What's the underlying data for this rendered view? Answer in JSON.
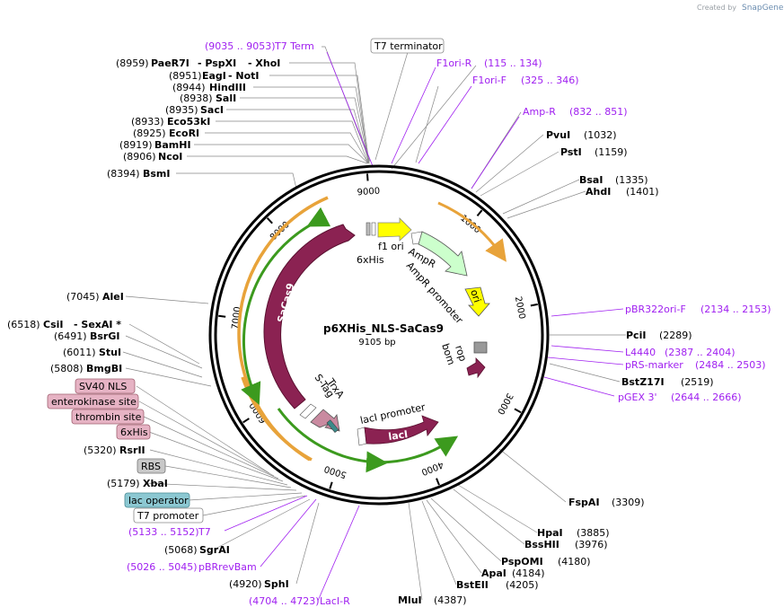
{
  "credit": {
    "text": "Created by",
    "brand": "SnapGene"
  },
  "plasmid": {
    "name": "p6XHis_NLS-SaCas9",
    "length": "9105 bp"
  },
  "ruler_ticks": [
    "1000",
    "2000",
    "3000",
    "4000",
    "5000",
    "6000",
    "7000",
    "8000",
    "9000"
  ],
  "left_sites": [
    {
      "pos": "(8959)",
      "name": "PaeR7I",
      "extra": "- PspXI",
      "extra2": "- XhoI"
    },
    {
      "pos": "(8951)",
      "name": "EagI",
      "extra": "- NotI"
    },
    {
      "pos": "(8944)",
      "name": "HindIII"
    },
    {
      "pos": "(8938)",
      "name": "SalI"
    },
    {
      "pos": "(8935)",
      "name": "SacI"
    },
    {
      "pos": "(8933)",
      "name": "Eco53kI"
    },
    {
      "pos": "(8925)",
      "name": "EcoRI"
    },
    {
      "pos": "(8919)",
      "name": "BamHI"
    },
    {
      "pos": "(8906)",
      "name": "NcoI"
    },
    {
      "pos": "(8394)",
      "name": "BsmI"
    },
    {
      "pos": "(7045)",
      "name": "AleI"
    },
    {
      "pos": "(6518)",
      "name": "CsiI",
      "extra": "- SexAI *"
    },
    {
      "pos": "(6491)",
      "name": "BsrGI"
    },
    {
      "pos": "(6011)",
      "name": "StuI"
    },
    {
      "pos": "(5808)",
      "name": "BmgBI"
    },
    {
      "pos": "(5320)",
      "name": "RsrII"
    },
    {
      "pos": "(5179)",
      "name": "XbaI"
    },
    {
      "pos": "(5068)",
      "name": "SgrAI"
    },
    {
      "pos": "(4920)",
      "name": "SphI"
    }
  ],
  "right_sites": [
    {
      "name": "PvuI",
      "pos": "(1032)"
    },
    {
      "name": "PstI",
      "pos": "(1159)"
    },
    {
      "name": "BsaI",
      "pos": "(1335)"
    },
    {
      "name": "AhdI",
      "pos": "(1401)"
    },
    {
      "name": "PciI",
      "pos": "(2289)"
    },
    {
      "name": "BstZ17I",
      "pos": "(2519)"
    },
    {
      "name": "FspAI",
      "pos": "(3309)"
    },
    {
      "name": "HpaI",
      "pos": "(3885)"
    },
    {
      "name": "BssHII",
      "pos": "(3976)"
    },
    {
      "name": "PspOMI",
      "pos": "(4180)"
    },
    {
      "name": "ApaI",
      "pos": "(4184)"
    },
    {
      "name": "BstEII",
      "pos": "(4205)"
    },
    {
      "name": "MluI",
      "pos": "(4387)"
    }
  ],
  "primers": [
    {
      "range": "(9035 .. 9053)",
      "name": "T7 Term"
    },
    {
      "name": "F1ori-R",
      "range": "(115 .. 134)"
    },
    {
      "name": "F1ori-F",
      "range": "(325 .. 346)"
    },
    {
      "name": "Amp-R",
      "range": "(832 .. 851)"
    },
    {
      "name": "pBR322ori-F",
      "range": "(2134 .. 2153)"
    },
    {
      "name": "L4440",
      "range": "(2387 .. 2404)"
    },
    {
      "name": "pRS-marker",
      "range": "(2484 .. 2503)"
    },
    {
      "name": "pGEX 3'",
      "range": "(2644 .. 2666)"
    },
    {
      "range": "(5133 .. 5152)",
      "name": "T7"
    },
    {
      "range": "(5026 .. 5045)",
      "name": "pBRrevBam"
    },
    {
      "range": "(4704 .. 4723)",
      "name": "LacI-R"
    }
  ],
  "boxed_features": [
    {
      "label": "T7 terminator",
      "style": "white"
    },
    {
      "label": "SV40 NLS",
      "style": "pink"
    },
    {
      "label": "enterokinase site",
      "style": "pink"
    },
    {
      "label": "thrombin site",
      "style": "pink"
    },
    {
      "label": "6xHis",
      "style": "pink"
    },
    {
      "label": "RBS",
      "style": "gray"
    },
    {
      "label": "lac operator",
      "style": "teal"
    },
    {
      "label": "T7 promoter",
      "style": "white"
    }
  ],
  "inner_features": {
    "f1_ori": "f1 ori",
    "six_his": "6xHis",
    "ampr": "AmpR",
    "ampr_promoter": "AmpR promoter",
    "ori": "ori",
    "bom": "bom",
    "rop": "rop",
    "sacas9": "SaCas9",
    "s_tag": "S-Tag",
    "trxa": "TrxA",
    "laci_promoter": "lacI promoter",
    "laci": "lacI"
  },
  "colors": {
    "primer": "#a020f0",
    "sacas9": "#8b2252",
    "f1_ori": "#ffff00",
    "ampr": "#ccffcc",
    "ori": "#ffff00",
    "orf_orange": "#e8a33a",
    "orf_green": "#3c9a1e",
    "pink_box": "#e6b3c4",
    "gray_box": "#c8c8c8",
    "teal_box": "#8cc8d2"
  }
}
